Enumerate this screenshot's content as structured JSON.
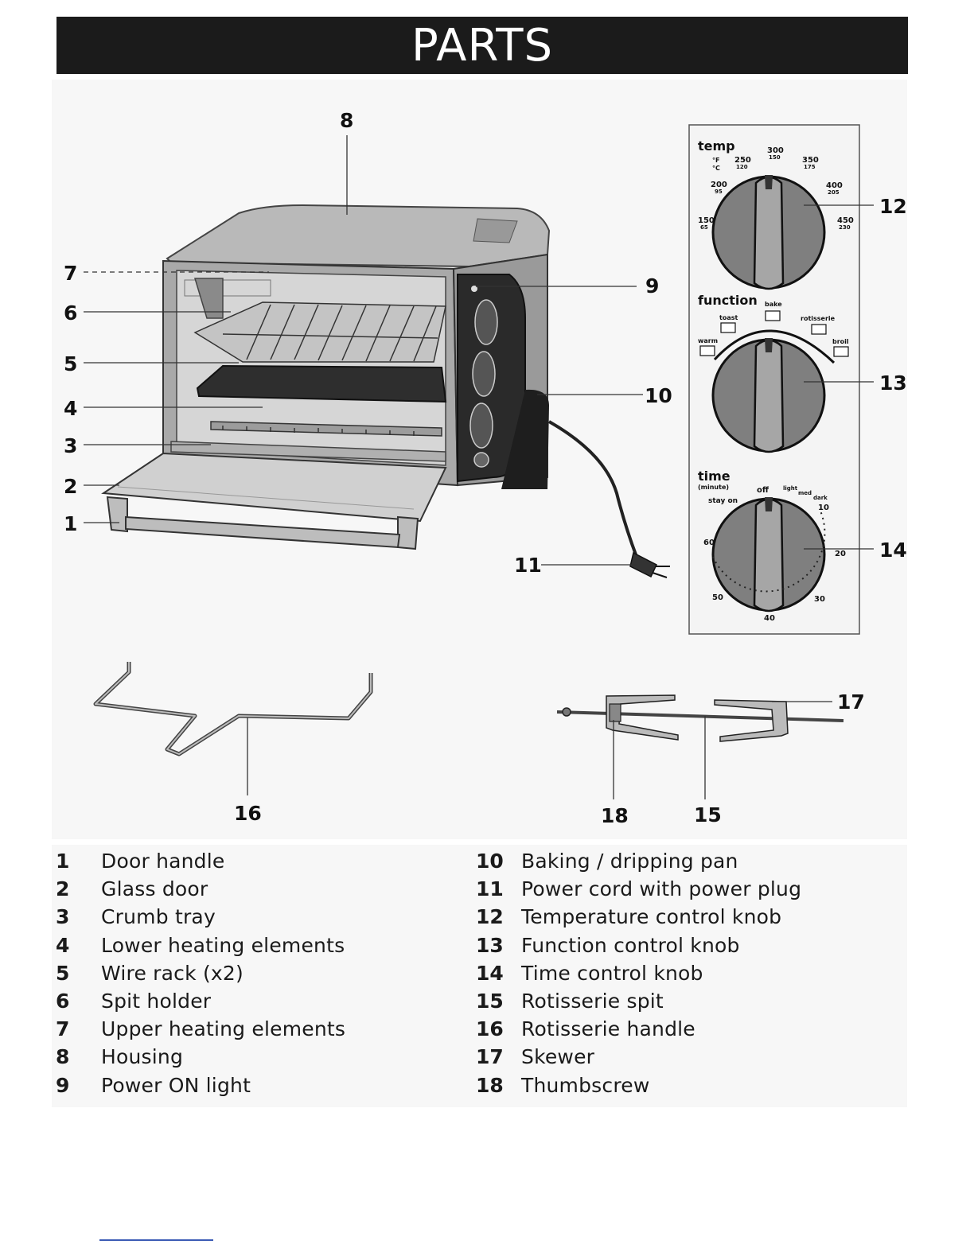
{
  "header": {
    "title": "PARTS"
  },
  "callouts": {
    "c1": "1",
    "c2": "2",
    "c3": "3",
    "c4": "4",
    "c5": "5",
    "c6": "6",
    "c7": "7",
    "c8": "8",
    "c9": "9",
    "c10": "10",
    "c11": "11",
    "c12": "12",
    "c13": "13",
    "c14": "14",
    "c15": "15",
    "c16": "16",
    "c17": "17",
    "c18": "18"
  },
  "temp_dial": {
    "label": "temp",
    "unit_f": "°F",
    "unit_c": "°C",
    "marks": [
      {
        "f": "150",
        "c": "65"
      },
      {
        "f": "200",
        "c": "95"
      },
      {
        "f": "250",
        "c": "120"
      },
      {
        "f": "300",
        "c": "150"
      },
      {
        "f": "350",
        "c": "175"
      },
      {
        "f": "400",
        "c": "205"
      },
      {
        "f": "450",
        "c": "230"
      }
    ]
  },
  "function_dial": {
    "label": "function",
    "options": [
      "warm",
      "toast",
      "bake",
      "rotisserie",
      "broil"
    ]
  },
  "time_dial": {
    "label": "time",
    "sublabel": "(minute)",
    "stay_on": "stay on",
    "off": "off",
    "toast_levels": [
      "light",
      "med",
      "dark"
    ],
    "marks": [
      "10",
      "20",
      "30",
      "40",
      "50",
      "60"
    ]
  },
  "legend": {
    "left": [
      {
        "num": "1",
        "label": "Door handle"
      },
      {
        "num": "2",
        "label": "Glass door"
      },
      {
        "num": "3",
        "label": "Crumb tray"
      },
      {
        "num": "4",
        "label": "Lower heating elements"
      },
      {
        "num": "5",
        "label": "Wire rack (x2)"
      },
      {
        "num": "6",
        "label": "Spit holder"
      },
      {
        "num": "7",
        "label": "Upper heating elements"
      },
      {
        "num": "8",
        "label": "Housing"
      },
      {
        "num": "9",
        "label": "Power ON light"
      }
    ],
    "right": [
      {
        "num": "10",
        "label": "Baking / dripping pan"
      },
      {
        "num": "11",
        "label": "Power cord with power plug"
      },
      {
        "num": "12",
        "label": "Temperature control knob"
      },
      {
        "num": "13",
        "label": "Function control knob"
      },
      {
        "num": "14",
        "label": "Time control knob"
      },
      {
        "num": "15",
        "label": "Rotisserie spit"
      },
      {
        "num": "16",
        "label": "Rotisserie handle"
      },
      {
        "num": "17",
        "label": "Skewer"
      },
      {
        "num": "18",
        "label": "Thumbscrew"
      }
    ]
  }
}
